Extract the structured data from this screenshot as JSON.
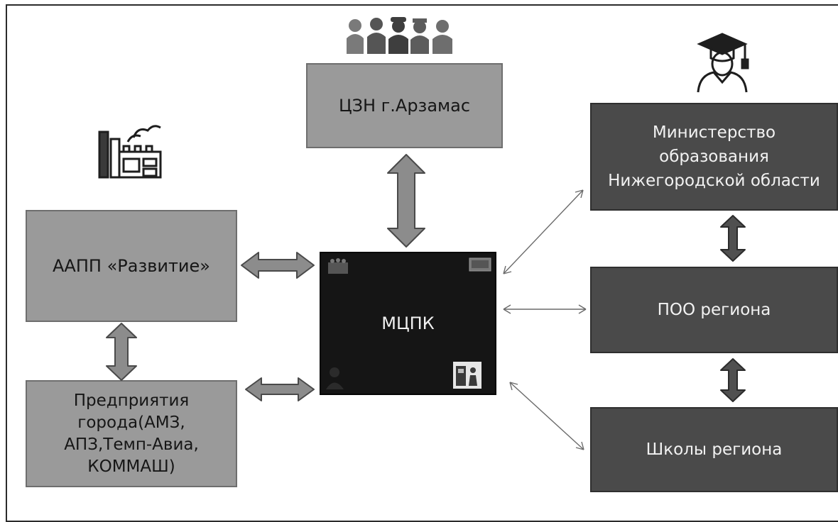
{
  "diagram": {
    "nodes": {
      "cszn": "ЦЗН г.Арзамас",
      "aapp": "ААПП «Развитие»",
      "predpriyatiya": "Предприятия\nгорода(АМЗ,\nАПЗ,Темп-Авиа,\nКОММАШ)",
      "mcpk": "МЦПК",
      "minobr": "Министерство\nобразования\nНижегородской области",
      "poo": "ПОО региона",
      "shkoly": "Школы региона"
    },
    "icons": [
      "people-group-icon",
      "graduate-icon",
      "factory-icon"
    ],
    "colors": {
      "light_box": "#9a9a9a",
      "dark_box": "#4a4a4a",
      "center_box": "#151515",
      "thick_arrow_fill": "#8c8c8c",
      "thin_arrow": "#6a6a6a"
    }
  }
}
